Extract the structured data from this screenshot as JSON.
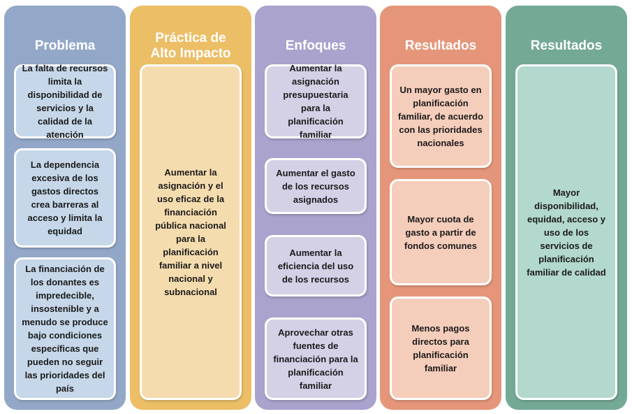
{
  "columns": [
    {
      "title": "Problema",
      "boxes": [
        "La falta de recursos limita la disponibilidad de servicios y la calidad de la atención",
        "La dependencia excesiva de los gastos directos crea barreras al acceso y limita la equidad",
        "La financiación de los donantes es impredecible, insostenible y a menudo se produce bajo condiciones específicas que pueden no seguir las prioridades del país"
      ]
    },
    {
      "title": "Práctica de\nAlto Impacto",
      "boxes": [
        "Aumentar la asignación y el uso eficaz de la financiación pública nacional para la planificación familiar a nivel nacional y subnacional"
      ]
    },
    {
      "title": "Enfoques",
      "boxes": [
        "Aumentar la asignación presupuestaria para la planificación familiar",
        "Aumentar el gasto de los recursos asignados",
        "Aumentar la eficiencia del uso de los recursos",
        "Aprovechar otras fuentes de financiación para la planificación familiar"
      ]
    },
    {
      "title": "Resultados",
      "boxes": [
        "Un mayor gasto en planificación familiar, de acuerdo con las prioridades nacionales",
        "Mayor cuota de gasto a partir de fondos comunes",
        "Menos pagos directos para planificación familiar"
      ]
    },
    {
      "title": "Resultados",
      "boxes": [
        "Mayor disponibilidad, equidad, acceso y uso de los servicios de planificación familiar de calidad"
      ]
    }
  ]
}
